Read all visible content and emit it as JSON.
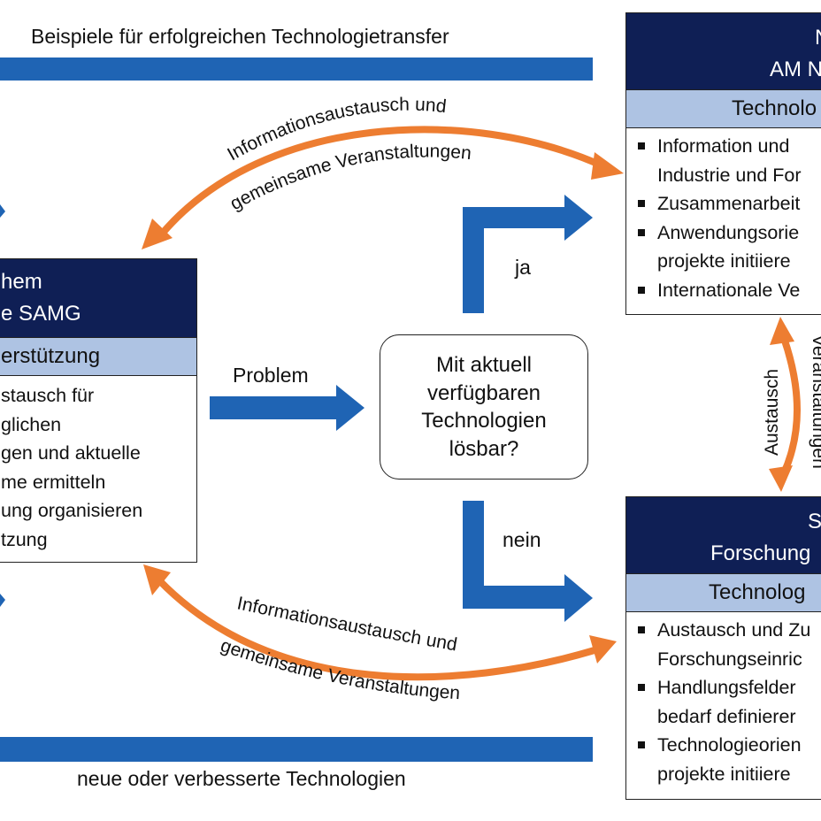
{
  "top_banner": {
    "label": "Beispiele für erfolgreichen Technologietransfer"
  },
  "bottom_banner": {
    "label": "neue oder verbesserte Technologien"
  },
  "left_box": {
    "title_lines": [
      "hem",
      "e SAMG"
    ],
    "subtitle": "erstützung",
    "items": [
      "stausch für",
      "glichen",
      "gen und aktuelle",
      "me ermitteln",
      "ung organisieren",
      "tzung"
    ]
  },
  "top_right_box": {
    "title_lines": [
      "N",
      "AM N"
    ],
    "subtitle": "Technolo",
    "items": [
      [
        "Information und",
        "Industrie und For"
      ],
      [
        "Zusammenarbeit"
      ],
      [
        "Anwendungsorie",
        "projekte initiiere"
      ],
      [
        "Internationale Ve"
      ]
    ]
  },
  "bottom_right_box": {
    "title_lines": [
      "S",
      "Forschung"
    ],
    "subtitle": "Technolog",
    "items": [
      [
        "Austausch und Zu",
        "Forschungseinric"
      ],
      [
        "Handlungsfelder",
        "bedarf definierer"
      ],
      [
        "Technologieorien",
        "projekte initiiere"
      ]
    ]
  },
  "decision": {
    "lines": [
      "Mit aktuell",
      "verfügbaren",
      "Technologien",
      "lösbar?"
    ]
  },
  "arrow_labels": {
    "problem": "Problem",
    "ja": "ja",
    "nein": "nein",
    "top_curve_line1": "Informationsaustausch und",
    "top_curve_line2": "gemeinsame Veranstaltungen",
    "bottom_curve_line1": "Informationsaustausch und",
    "bottom_curve_line2": "gemeinsame Veranstaltungen",
    "vertical_left": "Austausch",
    "vertical_right": "Veranstaltungen"
  },
  "colors": {
    "blue": "#1f64b4",
    "navy": "#0f1f55",
    "light_blue": "#aec3e3",
    "orange": "#ed7d31"
  }
}
